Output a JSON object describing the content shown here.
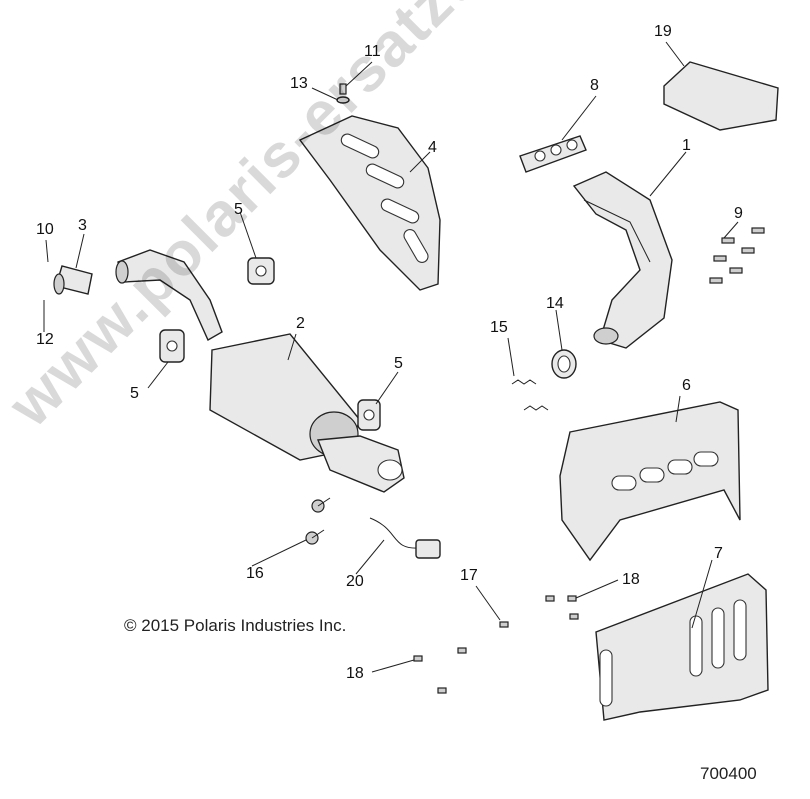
{
  "diagram": {
    "callouts": {
      "c1": "1",
      "c2": "2",
      "c3": "3",
      "c4": "4",
      "c5a": "5",
      "c5b": "5",
      "c5c": "5",
      "c6": "6",
      "c7": "7",
      "c8": "8",
      "c9": "9",
      "c10": "10",
      "c11": "11",
      "c12": "12",
      "c13": "13",
      "c14": "14",
      "c15": "15",
      "c16": "16",
      "c17": "17",
      "c18a": "18",
      "c18b": "18",
      "c19": "19",
      "c20": "20"
    },
    "copyright": "© 2015 Polaris Industries Inc.",
    "part_number": "700400",
    "watermark": "www.polaris-ersatzteile.de"
  }
}
